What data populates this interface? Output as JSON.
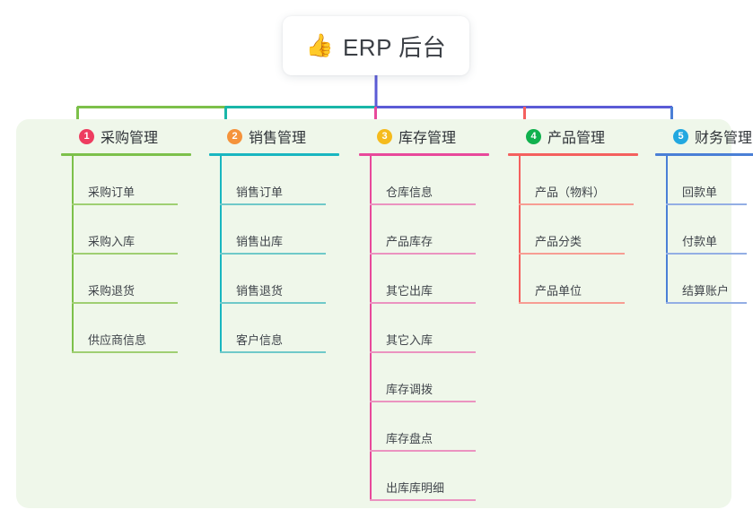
{
  "root": {
    "icon": "thumbs-up-icon",
    "emoji": "👍",
    "title": "ERP 后台"
  },
  "theme": {
    "panel_bg": "#eff7ea",
    "card_bg": "#ffffff",
    "title_color": "#3b3f45",
    "bus_left_green": "#7cc04a",
    "bus_teal": "#19b6a8",
    "bus_purple": "#5b5bd6",
    "drop_magenta": "#e8499b",
    "drop_red": "#f4605e",
    "drop_blue": "#4a7fd6"
  },
  "columns": [
    {
      "number": "1",
      "title": "采购管理",
      "badge_color": "#ee3d60",
      "accent": "#7cc04a",
      "connector_color": "#7cc04a",
      "items": [
        "采购订单",
        "采购入库",
        "采购退货",
        "供应商信息"
      ]
    },
    {
      "number": "2",
      "title": "销售管理",
      "badge_color": "#f5933b",
      "accent": "#19b6c0",
      "connector_color": "#19b6a8",
      "items": [
        "销售订单",
        "销售出库",
        "销售退货",
        "客户信息"
      ]
    },
    {
      "number": "3",
      "title": "库存管理",
      "badge_color": "#f5bb1d",
      "accent": "#e8499b",
      "connector_color": "#e8499b",
      "items": [
        "仓库信息",
        "产品库存",
        "其它出库",
        "其它入库",
        "库存调拨",
        "库存盘点",
        "出库库明细"
      ]
    },
    {
      "number": "4",
      "title": "产品管理",
      "badge_color": "#11b14e",
      "accent": "#f4605e",
      "connector_color": "#f4605e",
      "items": [
        "产品（物料）",
        "产品分类",
        "产品单位"
      ]
    },
    {
      "number": "5",
      "title": "财务管理",
      "badge_color": "#22a8e0",
      "accent": "#4a7fd6",
      "connector_color": "#4a7fd6",
      "items": [
        "回款单",
        "付款单",
        "结算账户"
      ]
    }
  ]
}
